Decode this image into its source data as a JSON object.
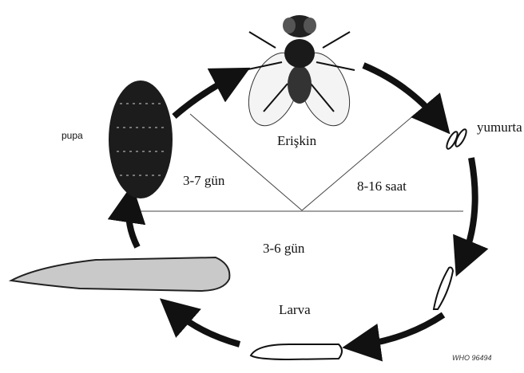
{
  "diagram": {
    "stages": {
      "adult": "Erişkin",
      "egg": "yumurta",
      "larva": "Larva",
      "pupa": "pupa"
    },
    "durations": {
      "adult_to_egg": "8-16 saat",
      "egg_to_larva": "3-6 gün",
      "pupa_to_adult": "3-7 gün"
    },
    "credit": "WHO 96494",
    "colors": {
      "ink": "#111111",
      "pupa_fill": "#1c1c1c",
      "larva_fill": "#c9c9c9"
    }
  }
}
